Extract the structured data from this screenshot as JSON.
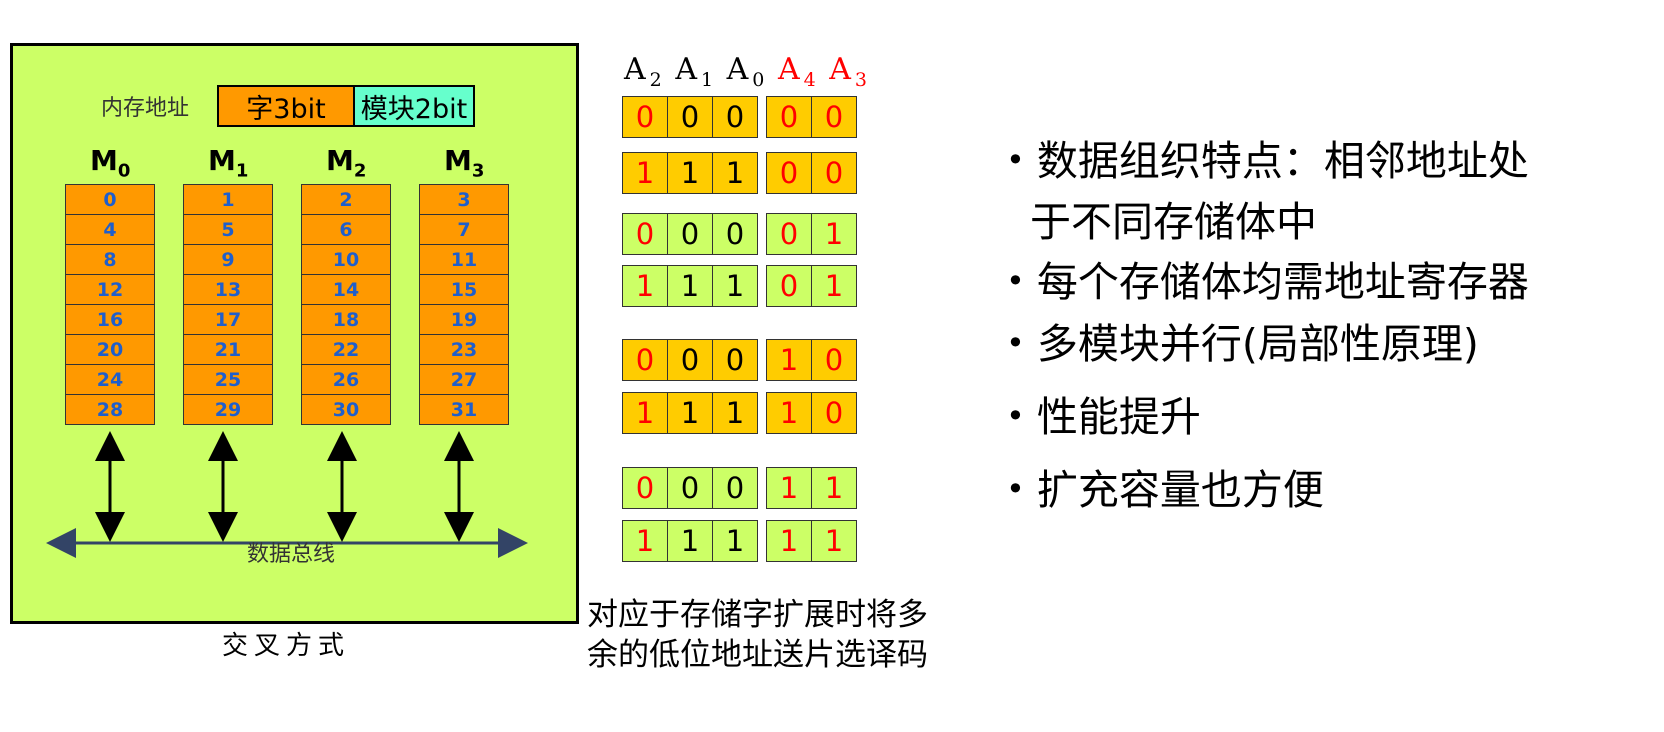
{
  "memory_panel": {
    "address_label": "内存地址",
    "word_field": "字3bit",
    "module_field": "模块2bit",
    "modules": [
      {
        "name": "M",
        "sub": "0",
        "cells": [
          "0",
          "4",
          "8",
          "12",
          "16",
          "20",
          "24",
          "28"
        ]
      },
      {
        "name": "M",
        "sub": "1",
        "cells": [
          "1",
          "5",
          "9",
          "13",
          "17",
          "21",
          "25",
          "29"
        ]
      },
      {
        "name": "M",
        "sub": "2",
        "cells": [
          "2",
          "6",
          "10",
          "14",
          "18",
          "22",
          "26",
          "30"
        ]
      },
      {
        "name": "M",
        "sub": "3",
        "cells": [
          "3",
          "7",
          "11",
          "15",
          "19",
          "23",
          "27",
          "31"
        ]
      }
    ],
    "bus_label": "数据总线",
    "caption": "交叉方式"
  },
  "address_table": {
    "headers": [
      {
        "letter": "A",
        "sub": "2",
        "color": "#000000"
      },
      {
        "letter": "A",
        "sub": "1",
        "color": "#000000"
      },
      {
        "letter": "A",
        "sub": "0",
        "color": "#000000"
      },
      {
        "letter": "A",
        "sub": "4",
        "color": "#ff0000"
      },
      {
        "letter": "A",
        "sub": "3",
        "color": "#ff0000"
      }
    ],
    "rows": [
      {
        "bits": [
          "0",
          "0",
          "0",
          "0",
          "0"
        ],
        "fill": "orange"
      },
      {
        "bits": [
          "1",
          "1",
          "1",
          "0",
          "0"
        ],
        "fill": "orange"
      },
      {
        "bits": [
          "0",
          "0",
          "0",
          "0",
          "1"
        ],
        "fill": "green"
      },
      {
        "bits": [
          "1",
          "1",
          "1",
          "0",
          "1"
        ],
        "fill": "green"
      },
      {
        "bits": [
          "0",
          "0",
          "0",
          "1",
          "0"
        ],
        "fill": "orange"
      },
      {
        "bits": [
          "1",
          "1",
          "1",
          "1",
          "0"
        ],
        "fill": "orange"
      },
      {
        "bits": [
          "0",
          "0",
          "0",
          "1",
          "1"
        ],
        "fill": "green"
      },
      {
        "bits": [
          "1",
          "1",
          "1",
          "1",
          "1"
        ],
        "fill": "green"
      }
    ],
    "caption_line1": "对应于存储字扩展时将多",
    "caption_line2": "余的低位地址送片选译码"
  },
  "bullets": [
    {
      "text": "数据组织特点：相邻地址处"
    },
    {
      "text": "于不同存储体中"
    },
    {
      "text": "每个存储体均需地址寄存器"
    },
    {
      "text": "多模块并行(局部性原理)"
    },
    {
      "text": "性能提升"
    },
    {
      "text": "扩充容量也方便"
    }
  ],
  "colors": {
    "panel_bg": "#ccff66",
    "cell_orange": "#ff9900",
    "cell_text_blue": "#1f5fcc",
    "module_field_bg": "#66ffcc",
    "row_orange": "#ffcc00",
    "row_green": "#ccff66",
    "accent_red": "#ff0000",
    "bus_line": "#334466"
  }
}
